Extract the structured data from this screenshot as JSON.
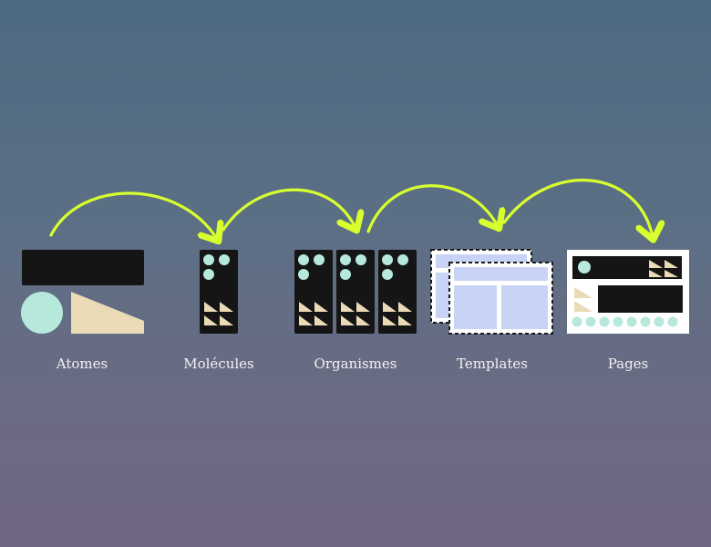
{
  "diagram": {
    "stages": [
      {
        "id": "atoms",
        "label": "Atomes"
      },
      {
        "id": "molecules",
        "label": "Molécules"
      },
      {
        "id": "organisms",
        "label": "Organismes"
      },
      {
        "id": "templates",
        "label": "Templates"
      },
      {
        "id": "pages",
        "label": "Pages"
      }
    ],
    "colors": {
      "arrow": "#d8ff2e",
      "dark": "#151515",
      "mint": "#b6e8dc",
      "sand": "#eadbb6",
      "lavender": "#c9d3f5",
      "white": "#ffffff"
    }
  }
}
